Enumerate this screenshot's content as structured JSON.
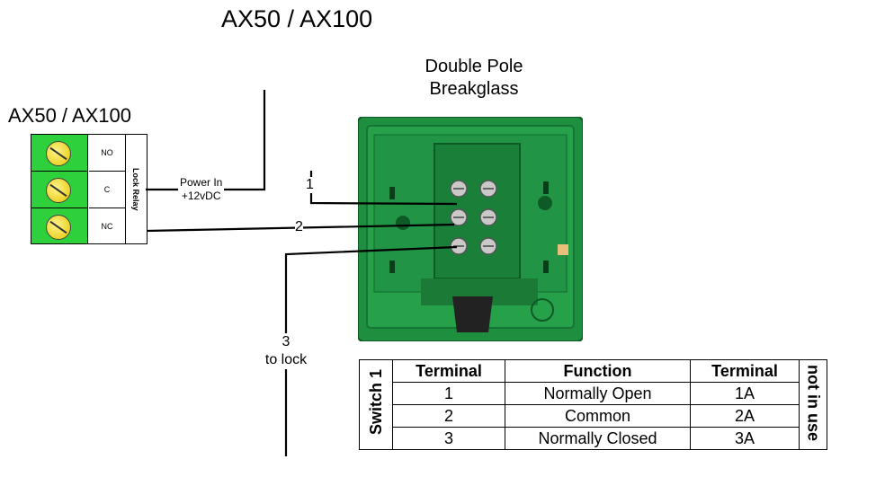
{
  "title": "AX50 / AX100",
  "device": {
    "line1": "Double Pole",
    "line2": "Breakglass"
  },
  "relay": {
    "title": "AX50 / AX100",
    "terminals": [
      "NO",
      "C",
      "NC"
    ],
    "side_label": "Lock Relay"
  },
  "wiring": {
    "power_line1": "Power In",
    "power_line2": "+12vDC",
    "wire1": "1",
    "wire2": "2",
    "wire3": "3",
    "to_lock": "to lock"
  },
  "table": {
    "side_label": "Switch 1",
    "unused_label": "not in use",
    "headers": [
      "Terminal",
      "Function",
      "Terminal"
    ],
    "rows": [
      [
        "1",
        "Normally Open",
        "1A"
      ],
      [
        "2",
        "Common",
        "2A"
      ],
      [
        "3",
        "Normally Closed",
        "3A"
      ]
    ]
  },
  "colors": {
    "terminal_green": "#2ed13b",
    "device_green": "#1e8f3e",
    "screw_yellow": "#e2c400"
  }
}
